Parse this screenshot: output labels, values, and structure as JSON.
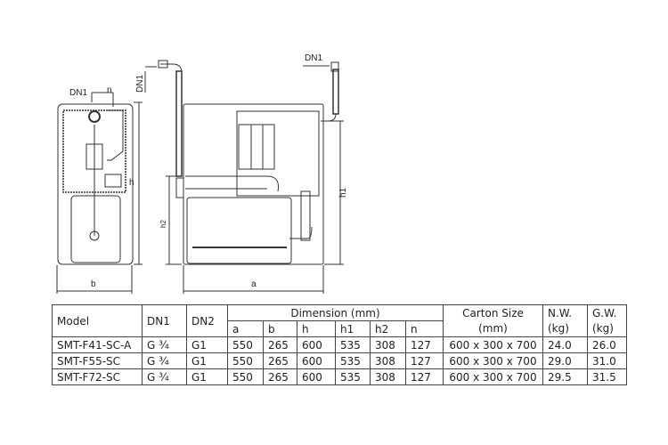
{
  "drawing": {
    "labels": {
      "dn1_side": "DN1",
      "n": "n",
      "h": "h",
      "b": "b",
      "dn1_vertical": "DN1",
      "h2": "h2",
      "a": "a",
      "dn1_top": "DN1",
      "h1": "h1"
    }
  },
  "table": {
    "headers": {
      "model": "Model",
      "dn1": "DN1",
      "dn2": "DN2",
      "dimension": "Dimension (mm)",
      "carton_line1": "Carton Size",
      "carton_line2": "(mm)",
      "nw_line1": "N.W.",
      "nw_line2": "(kg)",
      "gw_line1": "G.W.",
      "gw_line2": "(kg)"
    },
    "dimension_columns": [
      "a",
      "b",
      "h",
      "h1",
      "h2",
      "n"
    ],
    "rows": [
      {
        "model": "SMT-F41-SC-A",
        "dn1": "G ¾",
        "dn2": "G1",
        "a": "550",
        "b": "265",
        "h": "600",
        "h1": "535",
        "h2": "308",
        "n": "127",
        "carton": "600 x 300 x 700",
        "nw": "24.0",
        "gw": "26.0"
      },
      {
        "model": "SMT-F55-SC",
        "dn1": "G ¾",
        "dn2": "G1",
        "a": "550",
        "b": "265",
        "h": "600",
        "h1": "535",
        "h2": "308",
        "n": "127",
        "carton": "600 x 300 x 700",
        "nw": "29.0",
        "gw": "31.0"
      },
      {
        "model": "SMT-F72-SC",
        "dn1": "G ¾",
        "dn2": "G1",
        "a": "550",
        "b": "265",
        "h": "600",
        "h1": "535",
        "h2": "308",
        "n": "127",
        "carton": "600 x 300 x 700",
        "nw": "29.5",
        "gw": "31.5"
      }
    ]
  }
}
